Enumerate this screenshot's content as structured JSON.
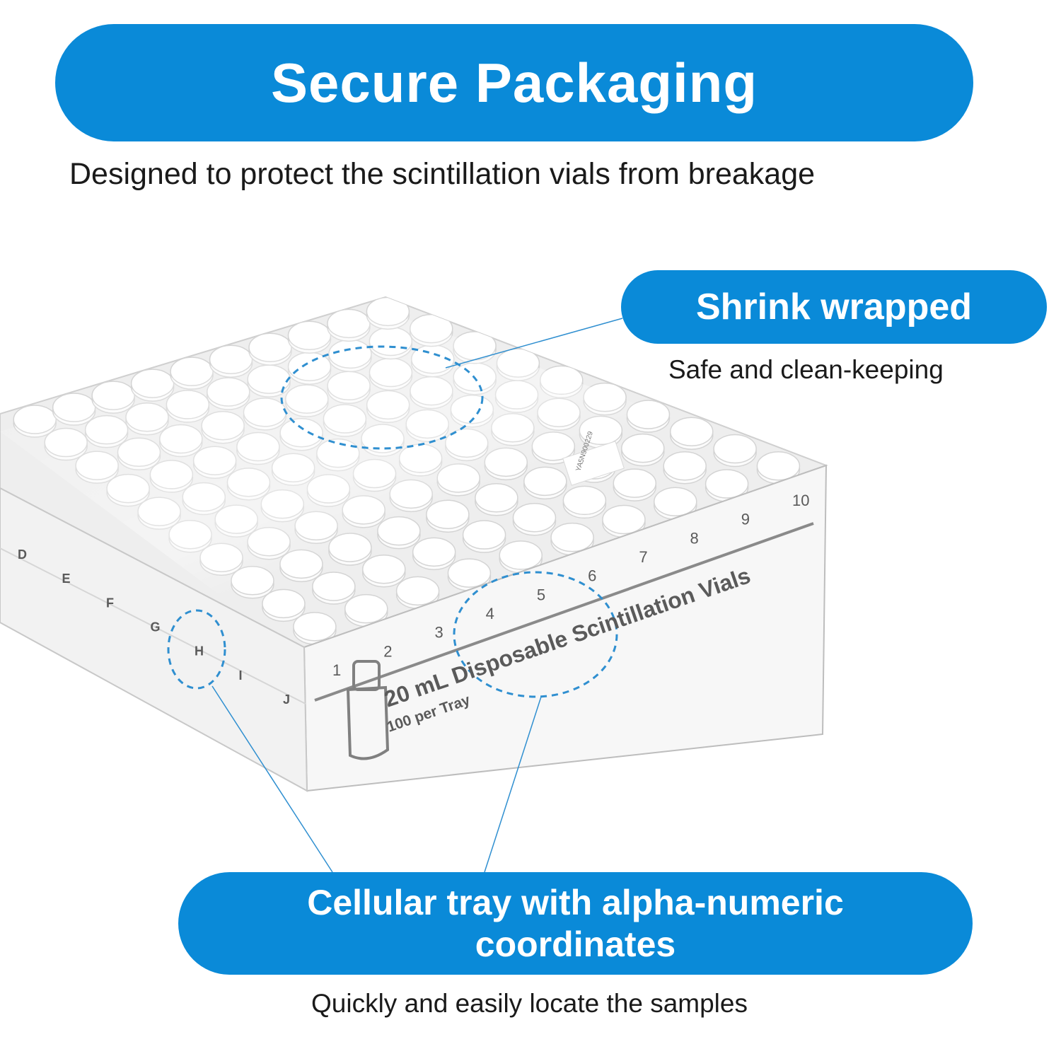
{
  "headline": {
    "title": "Secure Packaging",
    "subtitle": "Designed to protect the scintillation vials from breakage"
  },
  "callouts": {
    "shrink": {
      "title": "Shrink wrapped",
      "caption": "Safe and clean-keeping"
    },
    "tray": {
      "title": "Cellular tray with alpha-numeric coordinates",
      "caption": "Quickly and easily locate the samples"
    }
  },
  "tray_print": {
    "product_line": "20 mL Disposable Scintillation Vials",
    "count_line": "100 per Tray",
    "column_numbers": [
      "1",
      "2",
      "3",
      "4",
      "5",
      "6",
      "7",
      "8",
      "9",
      "10"
    ],
    "row_letters": [
      "D",
      "E",
      "F",
      "G",
      "H",
      "I",
      "J"
    ],
    "sticker_code": "YA5N900229"
  },
  "colors": {
    "accent": "#0a8ad8",
    "callout_line": "#2f8fd0",
    "text": "#1a1a1a"
  }
}
